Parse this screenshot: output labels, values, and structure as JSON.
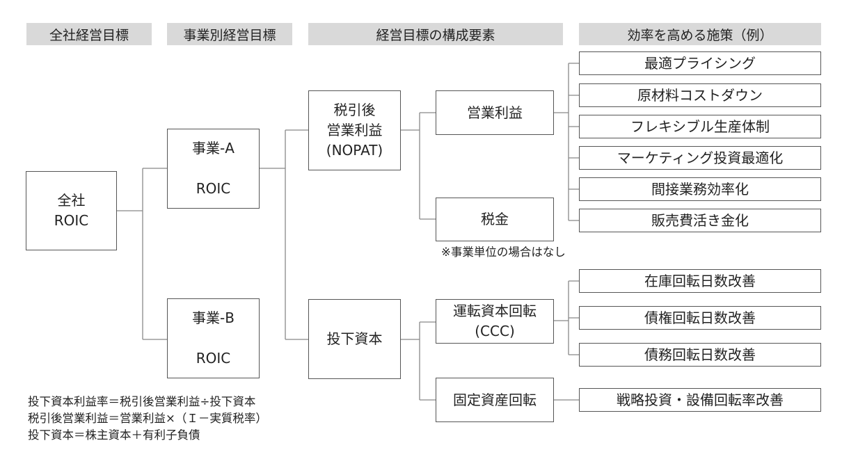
{
  "headers": {
    "company_goal": "全社経営目標",
    "business_goal": "事業別経営目標",
    "components": "経営目標の構成要素",
    "measures": "効率を高める施策（例）"
  },
  "nodes": {
    "company": "全社\nROIC",
    "business_a": "事業-A\n\nROIC",
    "business_b": "事業-B\n\nROIC",
    "nopat": "税引後\n営業利益\n(NOPAT)",
    "invested_capital": "投下資本",
    "operating_profit": "営業利益",
    "tax": "税金",
    "working_capital": "運転資本回転\n(CCC)",
    "fixed_assets": "固定資産回転"
  },
  "measures": {
    "op": [
      "最適プライシング",
      "原材料コストダウン",
      "フレキシブル生産体制",
      "マーケティング投資最適化",
      "間接業務効率化",
      "販売費活き金化"
    ],
    "wc": [
      "在庫回転日数改善",
      "債権回転日数改善",
      "債務回転日数改善"
    ],
    "fa": [
      "戦略投資・設備回転率改善"
    ]
  },
  "tax_note": "※事業単位の場合はなし",
  "formulas": [
    "投下資本利益率＝税引後営業利益÷投下資本",
    "税引後営業利益＝営業利益×（Ｉ－実質税率）",
    "投下資本＝株主資本＋有利子負債"
  ]
}
